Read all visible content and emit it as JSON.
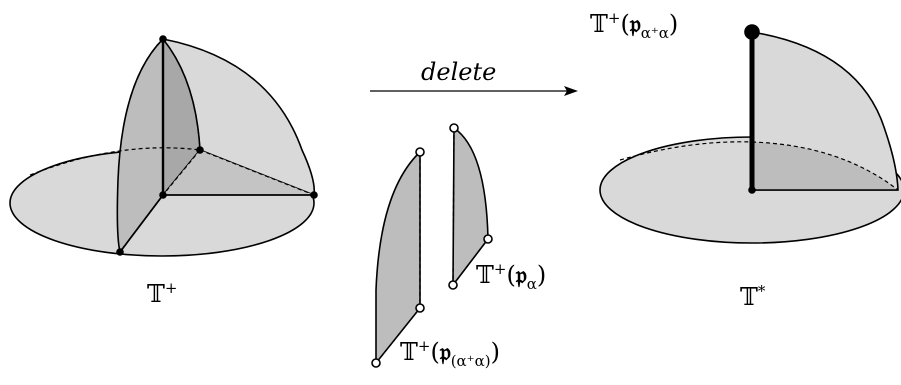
{
  "arrow_label": "delete",
  "labels": {
    "left": {
      "base": "𝕋",
      "sup": "+"
    },
    "right": {
      "base": "𝕋",
      "sup": "*"
    },
    "top_right": {
      "base": "𝕋",
      "sup": "+",
      "open": "(",
      "frak": "𝔭",
      "sub": "α⁺α",
      "close": ")"
    },
    "piece_small": {
      "base": "𝕋",
      "sup": "+",
      "open": "(",
      "frak": "𝔭",
      "sub": "α",
      "close": ")"
    },
    "piece_large": {
      "base": "𝕋",
      "sup": "+",
      "open": "(",
      "frak": "𝔭",
      "sub": "(α⁺α)",
      "close": ")"
    }
  },
  "colors": {
    "light_fill": "#d9d9d9",
    "mid_fill": "#bdbdbd",
    "dark_fill": "#a8a8a8",
    "stroke": "#000000"
  }
}
